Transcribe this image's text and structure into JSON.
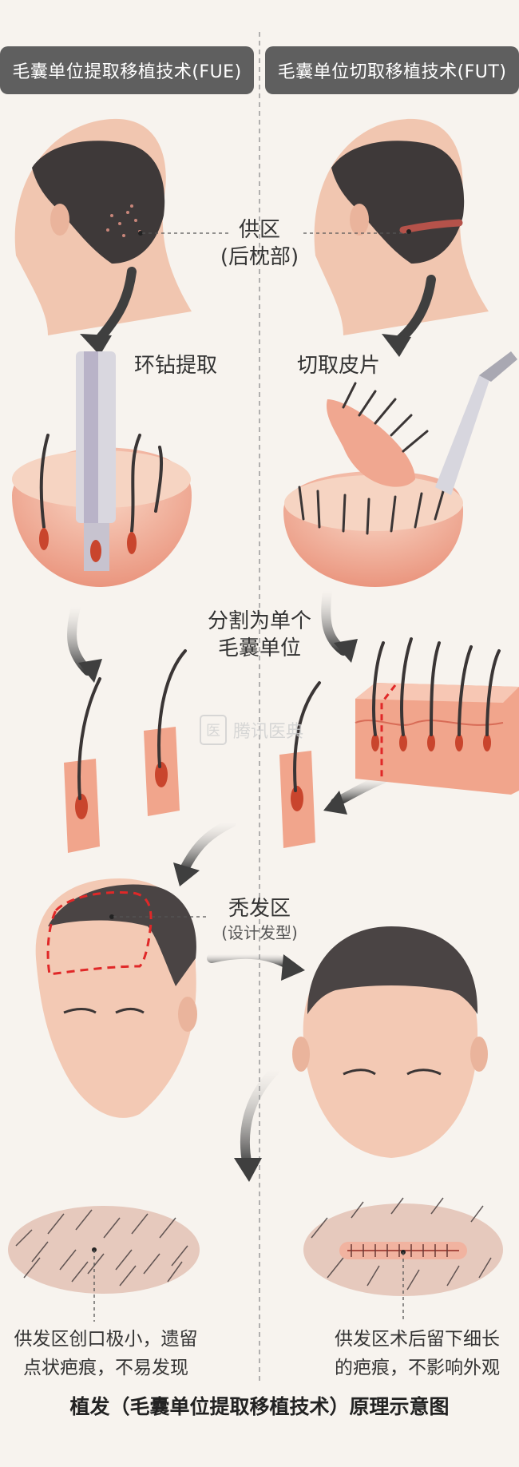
{
  "header": {
    "fue_title": "毛囊单位提取移植技术(FUE)",
    "fut_title": "毛囊单位切取移植技术(FUT)"
  },
  "labels": {
    "donor_line1": "供区",
    "donor_line2": "(后枕部)",
    "punch_extract": "环钻提取",
    "cut_strip": "切取皮片",
    "divide_line1": "分割为单个",
    "divide_line2": "毛囊单位",
    "bald_area": "秃发区",
    "bald_area_sub": "(设计发型)"
  },
  "captions": {
    "fue_line1": "供发区创口极小，遗留",
    "fue_line2": "点状疤痕，不易发现",
    "fut_line1": "供发区术后留下细长",
    "fut_line2": "的疤痕，不影响外观"
  },
  "watermark": {
    "icon": "医",
    "text": "腾讯医典"
  },
  "footer": {
    "title": "植发（毛囊单位提取移植技术）原理示意图"
  },
  "colors": {
    "pill_bg": "#5f5f5f",
    "skin": "#f3c9b4",
    "tissue": "#eb8a72",
    "hair": "#3a3535",
    "dashed_red": "#e02828",
    "arrow": "#3f3f3f"
  }
}
